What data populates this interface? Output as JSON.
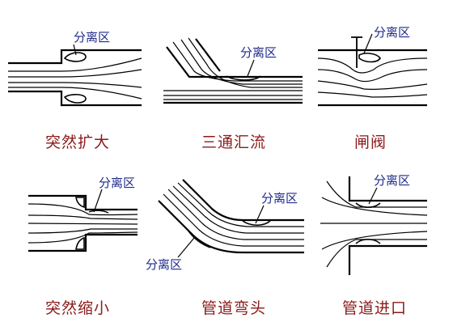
{
  "separation_label": "分离区",
  "captions": {
    "sudden_expansion": "突然扩大",
    "tee_confluence": "三通汇流",
    "gate_valve": "闸阀",
    "sudden_contraction": "突然缩小",
    "pipe_bend": "管道弯头",
    "pipe_entrance": "管道进口"
  },
  "colors": {
    "annotation": "#1f2a8a",
    "caption": "#8b1a1a",
    "wall": "#000000"
  }
}
